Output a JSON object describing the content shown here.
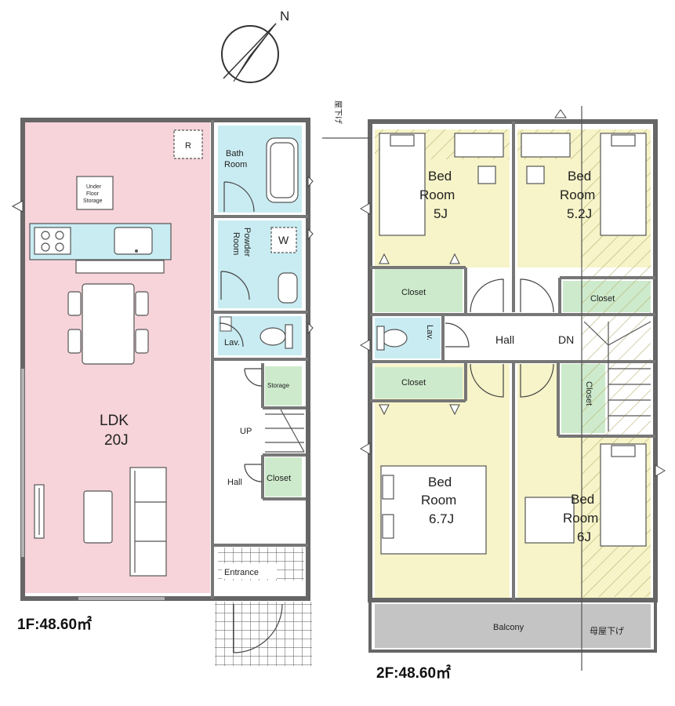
{
  "compass": {
    "north_label": "N"
  },
  "floor1": {
    "area_label": "1F:48.60㎡",
    "rooms": {
      "ldk_name": "LDK",
      "ldk_size": "20J",
      "bath_line1": "Bath",
      "bath_line2": "Room",
      "powder_line1": "Powder",
      "powder_line2": "Room",
      "washer": "W",
      "lav": "Lav.",
      "storage": "Storage",
      "closet": "Closet",
      "up": "UP",
      "hall": "Hall",
      "entrance": "Entrance",
      "refrigerator": "R",
      "under_floor_line1": "Under",
      "under_floor_line2": "Floor",
      "under_floor_line3": "Storage"
    }
  },
  "floor2": {
    "area_label": "2F:48.60㎡",
    "ceiling_note": "屋下げ",
    "ceiling_note2": "母屋下げ",
    "rooms": {
      "bed1_line1": "Bed",
      "bed1_line2": "Room",
      "bed1_size": "5J",
      "bed2_line1": "Bed",
      "bed2_line2": "Room",
      "bed2_size": "5.2J",
      "bed3_line1": "Bed",
      "bed3_line2": "Room",
      "bed3_size": "6.7J",
      "bed4_line1": "Bed",
      "bed4_line2": "Room",
      "bed4_size": "6J",
      "closet_a": "Closet",
      "closet_b": "Closet",
      "closet_c": "Closet",
      "closet_d": "Closet",
      "hall": "Hall",
      "dn": "DN",
      "lav": "Lav.",
      "balcony": "Balcony"
    }
  },
  "colors": {
    "ldk_fill": "#f6d4da",
    "wet_fill": "#c9ecf2",
    "bed_fill": "#f6f4c8",
    "closet_fill": "#cdebcc",
    "balcony_fill": "#c4c4c4",
    "wall": "#666666"
  }
}
